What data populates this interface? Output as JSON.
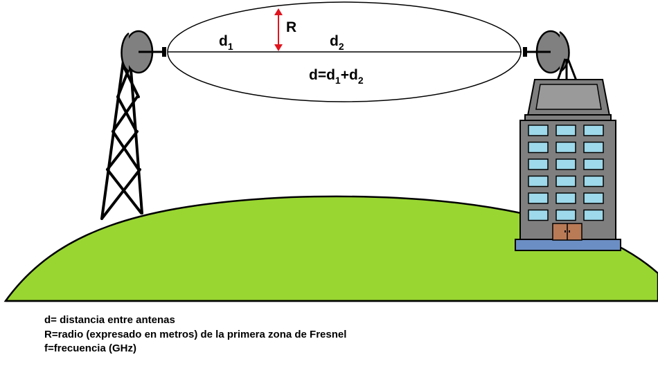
{
  "labels": {
    "d1": "d",
    "d1_sub": "1",
    "d2": "d",
    "d2_sub": "2",
    "r": "R",
    "formula_d": "d=d",
    "formula_d_sub1": "1",
    "formula_plus": "+d",
    "formula_d_sub2": "2"
  },
  "legend": [
    "d= distancia entre antenas",
    "R=radio (expresado en metros) de la primera zona de Fresnel",
    "f=frecuencia (GHz)"
  ],
  "colors": {
    "ground": "#99d632",
    "building": "#7f7f7f",
    "window": "#9dd9ea",
    "door": "#b97a56",
    "base": "#6b8ec4",
    "arrow": "#e0141e",
    "dish": "#808080"
  }
}
